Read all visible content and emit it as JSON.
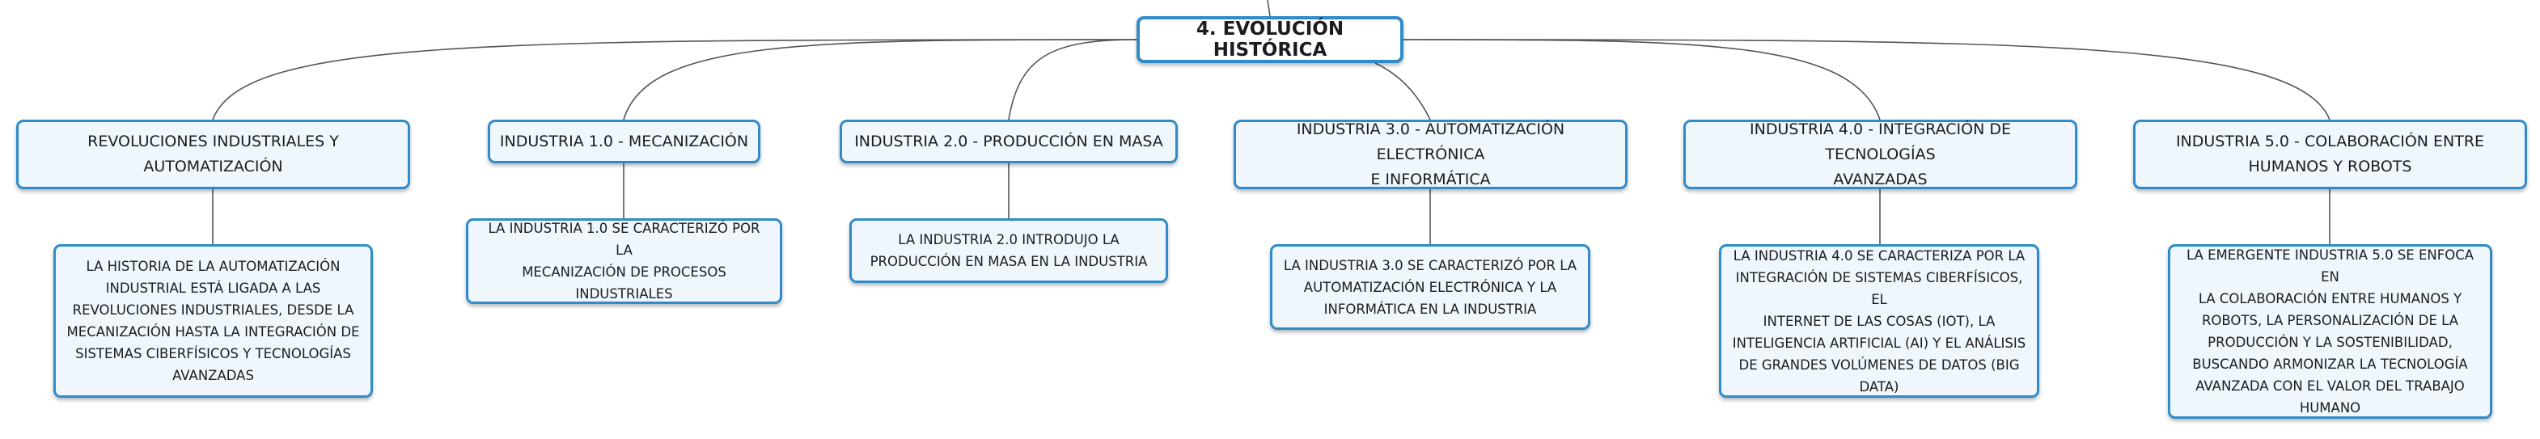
{
  "root": {
    "label": "4. EVOLUCIÓN HISTÓRICA"
  },
  "branches": [
    {
      "lines": [
        "REVOLUCIONES INDUSTRIALES Y",
        "AUTOMATIZACIÓN"
      ],
      "detail": [
        "LA HISTORIA DE LA AUTOMATIZACIÓN",
        "INDUSTRIAL ESTÁ LIGADA A LAS",
        "REVOLUCIONES INDUSTRIALES, DESDE LA",
        "MECANIZACIÓN HASTA LA INTEGRACIÓN DE",
        "SISTEMAS CIBERFÍSICOS Y TECNOLOGÍAS",
        "AVANZADAS"
      ]
    },
    {
      "lines": [
        "INDUSTRIA 1.0 - MECANIZACIÓN"
      ],
      "detail": [
        "LA INDUSTRIA 1.0 SE CARACTERIZÓ POR LA",
        "MECANIZACIÓN DE PROCESOS",
        "INDUSTRIALES"
      ]
    },
    {
      "lines": [
        "INDUSTRIA 2.0 - PRODUCCIÓN EN MASA"
      ],
      "detail": [
        "LA INDUSTRIA 2.0 INTRODUJO LA",
        "PRODUCCIÓN EN MASA EN LA INDUSTRIA"
      ]
    },
    {
      "lines": [
        "INDUSTRIA 3.0 - AUTOMATIZACIÓN ELECTRÓNICA",
        "E INFORMÁTICA"
      ],
      "detail": [
        "LA INDUSTRIA 3.0 SE CARACTERIZÓ POR LA",
        "AUTOMATIZACIÓN ELECTRÓNICA Y LA",
        "INFORMÁTICA EN LA INDUSTRIA"
      ]
    },
    {
      "lines": [
        "INDUSTRIA 4.0 - INTEGRACIÓN DE TECNOLOGÍAS",
        "AVANZADAS"
      ],
      "detail": [
        "LA INDUSTRIA 4.0 SE CARACTERIZA POR LA",
        "INTEGRACIÓN DE SISTEMAS CIBERFÍSICOS, EL",
        "INTERNET DE LAS COSAS (IOT), LA",
        "INTELIGENCIA ARTIFICIAL (AI) Y EL ANÁLISIS",
        "DE GRANDES VOLÚMENES DE DATOS (BIG",
        "DATA)"
      ]
    },
    {
      "lines": [
        "INDUSTRIA 5.0 - COLABORACIÓN ENTRE",
        "HUMANOS Y ROBOTS"
      ],
      "detail": [
        "LA EMERGENTE INDUSTRIA 5.0 SE ENFOCA EN",
        "LA COLABORACIÓN ENTRE HUMANOS Y",
        "ROBOTS, LA PERSONALIZACIÓN DE LA",
        "PRODUCCIÓN Y LA SOSTENIBILIDAD,",
        "BUSCANDO ARMONIZAR LA TECNOLOGÍA",
        "AVANZADA CON EL VALOR DEL TRABAJO",
        "HUMANO"
      ]
    }
  ],
  "colors": {
    "border": "#2f8bc9",
    "fill": "#eff7fd",
    "line": "#555555"
  }
}
